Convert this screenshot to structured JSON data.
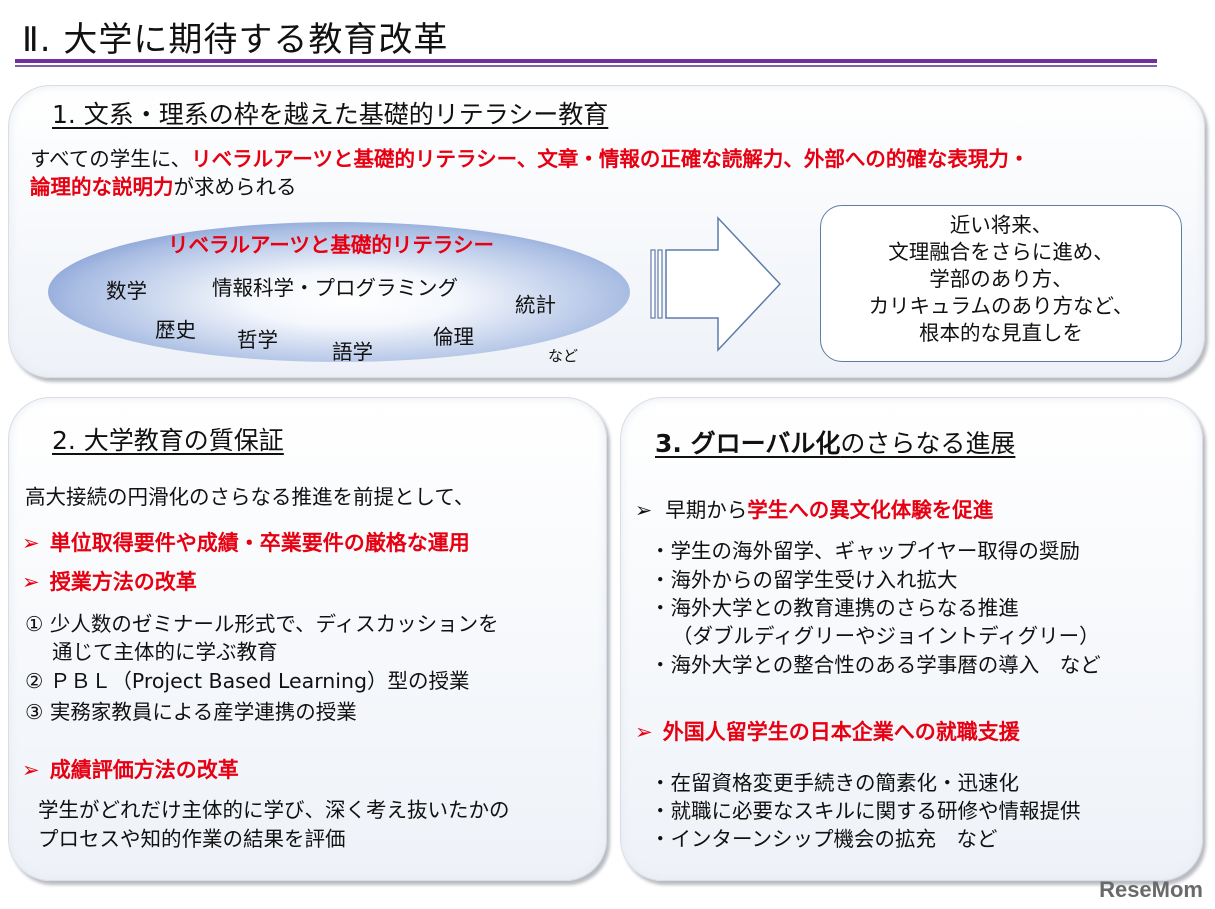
{
  "title": "Ⅱ. 大学に期待する教育改革",
  "section1": {
    "heading": "1. 文系・理系の枠を越えた基礎的リテラシー教育",
    "intro_prefix": "すべての学生に、",
    "intro_red1": "リベラルアーツと基礎的リテラシー、文章・情報の正確な読解力、外部への的確な表現力・",
    "intro_red2": "論理的な説明力",
    "intro_suffix": "が求められる",
    "ellipse_title": "リベラルアーツと基礎的リテラシー",
    "subjects": [
      "数学",
      "情報科学・プログラミング",
      "統計",
      "歴史",
      "哲学",
      "語学",
      "倫理"
    ],
    "etc": "など",
    "box_lines": [
      "近い将来、",
      "文理融合をさらに進め、",
      "学部のあり方、",
      "カリキュラムのあり方など、",
      "根本的な見直しを"
    ]
  },
  "section2": {
    "heading": "2. 大学教育の質保証",
    "intro": "高大接続の円滑化のさらなる推進を前提として、",
    "bullet1": "単位取得要件や成績・卒業要件の厳格な運用",
    "bullet2": "授業方法の改革",
    "items": [
      "① 少人数のゼミナール形式で、ディスカッションを",
      "通じて主体的に学ぶ教育",
      "② ＰＢＬ（Project Based Learning）型の授業",
      "③ 実務家教員による産学連携の授業"
    ],
    "bullet3": "成績評価方法の改革",
    "eval_lines": [
      "学生がどれだけ主体的に学び、深く考え抜いたかの",
      "プロセスや知的作業の結果を評価"
    ]
  },
  "section3": {
    "heading_bold": "3. グローバル化",
    "heading_rest": "のさらなる進展",
    "bullet1_prefix": "早期から",
    "bullet1_red": "学生への異文化体験を促進",
    "items1": [
      "・学生の海外留学、ギャップイヤー取得の奨励",
      "・海外からの留学生受け入れ拡大",
      "・海外大学との教育連携のさらなる推進",
      "（ダブルディグリーやジョイントディグリー）",
      "・海外大学との整合性のある学事暦の導入　など"
    ],
    "bullet2": "外国人留学生の日本企業への就職支援",
    "items2": [
      "・在留資格変更手続きの簡素化・迅速化",
      "・就職に必要なスキルに関する研修や情報提供",
      "・インターンシップ機会の拡充　など"
    ]
  },
  "watermark": "ReseMom",
  "bullet_glyph": "➢"
}
